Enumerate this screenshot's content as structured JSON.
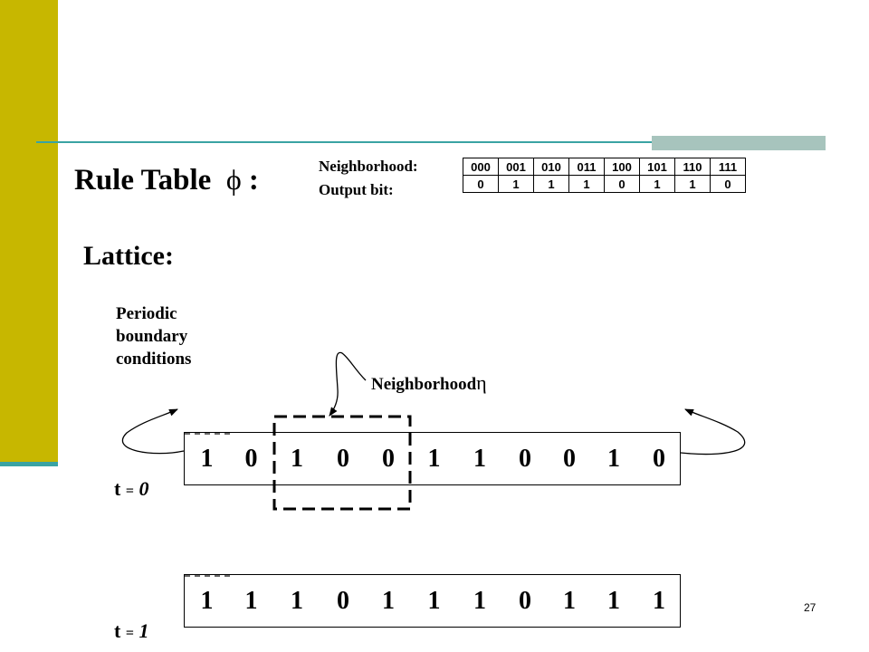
{
  "slide": {
    "rule_title": "Rule Table",
    "rule_symbol": "ϕ",
    "rule_colon": ":",
    "neighborhood_label": "Neighborhood:",
    "output_label": "Output bit:",
    "neighborhoods": [
      "000",
      "001",
      "010",
      "011",
      "100",
      "101",
      "110",
      "111"
    ],
    "outputs": [
      "0",
      "1",
      "1",
      "1",
      "0",
      "1",
      "1",
      "0"
    ],
    "lattice_title": "Lattice:",
    "periodic_lines": [
      "Periodic",
      "boundary",
      "conditions"
    ],
    "neighborhood_annotation": "Neighborhood",
    "eta_symbol": "η",
    "rows": [
      {
        "t_prefix": "t",
        "t_eq": "=",
        "t_value": "0",
        "cells": [
          "1",
          "0",
          "1",
          "0",
          "0",
          "1",
          "1",
          "0",
          "0",
          "1",
          "0"
        ]
      },
      {
        "t_prefix": "t",
        "t_eq": "=",
        "t_value": "1",
        "cells": [
          "1",
          "1",
          "1",
          "0",
          "1",
          "1",
          "1",
          "0",
          "1",
          "1",
          "1"
        ]
      }
    ],
    "page_number": "27"
  },
  "colors": {
    "sidebar": "#c7b700",
    "teal_line": "#3aa3a3",
    "accent_bar": "#a7c4bd"
  }
}
